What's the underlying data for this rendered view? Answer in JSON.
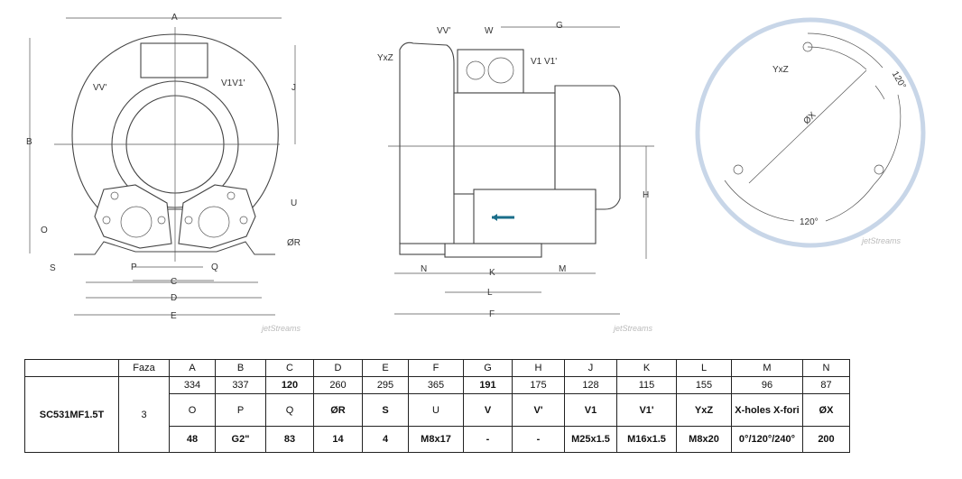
{
  "front_view": {
    "labels": {
      "A": "A",
      "B": "B",
      "J": "J",
      "VV": "VV'",
      "V1V1": "V1V1'",
      "U": "U",
      "R": "ØR",
      "O": "O",
      "S": "S",
      "P": "P",
      "Q": "Q",
      "C": "C",
      "D": "D",
      "E": "E"
    }
  },
  "side_view": {
    "labels": {
      "G": "G",
      "VV": "VV'",
      "W": "W",
      "V1V1": "V1 V1'",
      "YxZ": "YxZ",
      "H": "H",
      "N": "N",
      "K": "K",
      "M": "M",
      "L": "L",
      "F": "F"
    }
  },
  "flange_view": {
    "labels": {
      "YxZ": "YxZ",
      "angle1": "120°",
      "X": "ØX",
      "angle2": "120°"
    }
  },
  "watermark": "jetStreams",
  "colors": {
    "flange_ring": "#c8d6e8",
    "arrow": "#1a6e8a"
  },
  "table": {
    "header": [
      "",
      "Faza",
      "A",
      "B",
      "C",
      "D",
      "E",
      "F",
      "G",
      "H",
      "J",
      "K",
      "L",
      "M",
      "N"
    ],
    "model": "SC531MF1.5T",
    "phase": "3",
    "row1": [
      "334",
      "337",
      "120",
      "260",
      "295",
      "365",
      "191",
      "175",
      "128",
      "115",
      "155",
      "96",
      "87"
    ],
    "row2": [
      "O",
      "P",
      "Q",
      "ØR",
      "S",
      "U",
      "V",
      "V'",
      "V1",
      "V1'",
      "YxZ",
      "X-holes X-fori",
      "ØX"
    ],
    "row3": [
      "48",
      "G2\"",
      "83",
      "14",
      "4",
      "M8x17",
      "-",
      "-",
      "M25x1.5",
      "M16x1.5",
      "M8x20",
      "0°/120°/240°",
      "200"
    ]
  }
}
